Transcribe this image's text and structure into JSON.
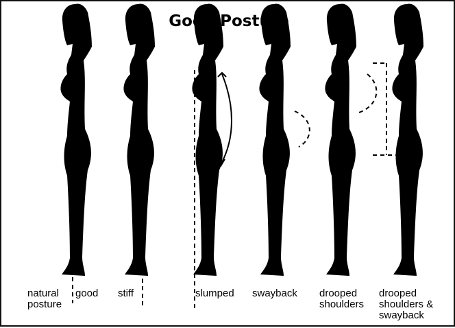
{
  "title": "Good Posture",
  "postures": [
    {
      "id": "natural",
      "label": "natural\nposture"
    },
    {
      "id": "good",
      "label": "good"
    },
    {
      "id": "stiff",
      "label": "stiff"
    },
    {
      "id": "slumped",
      "label": "slumped"
    },
    {
      "id": "swayback",
      "label": "swayback"
    },
    {
      "id": "drooped",
      "label": "drooped\nshoulders"
    },
    {
      "id": "drooped-sway",
      "label": "drooped\nshoulders &\nswayback"
    }
  ],
  "colors": {
    "silhouette": "#000000",
    "guide": "#000000",
    "background": "#ffffff"
  }
}
